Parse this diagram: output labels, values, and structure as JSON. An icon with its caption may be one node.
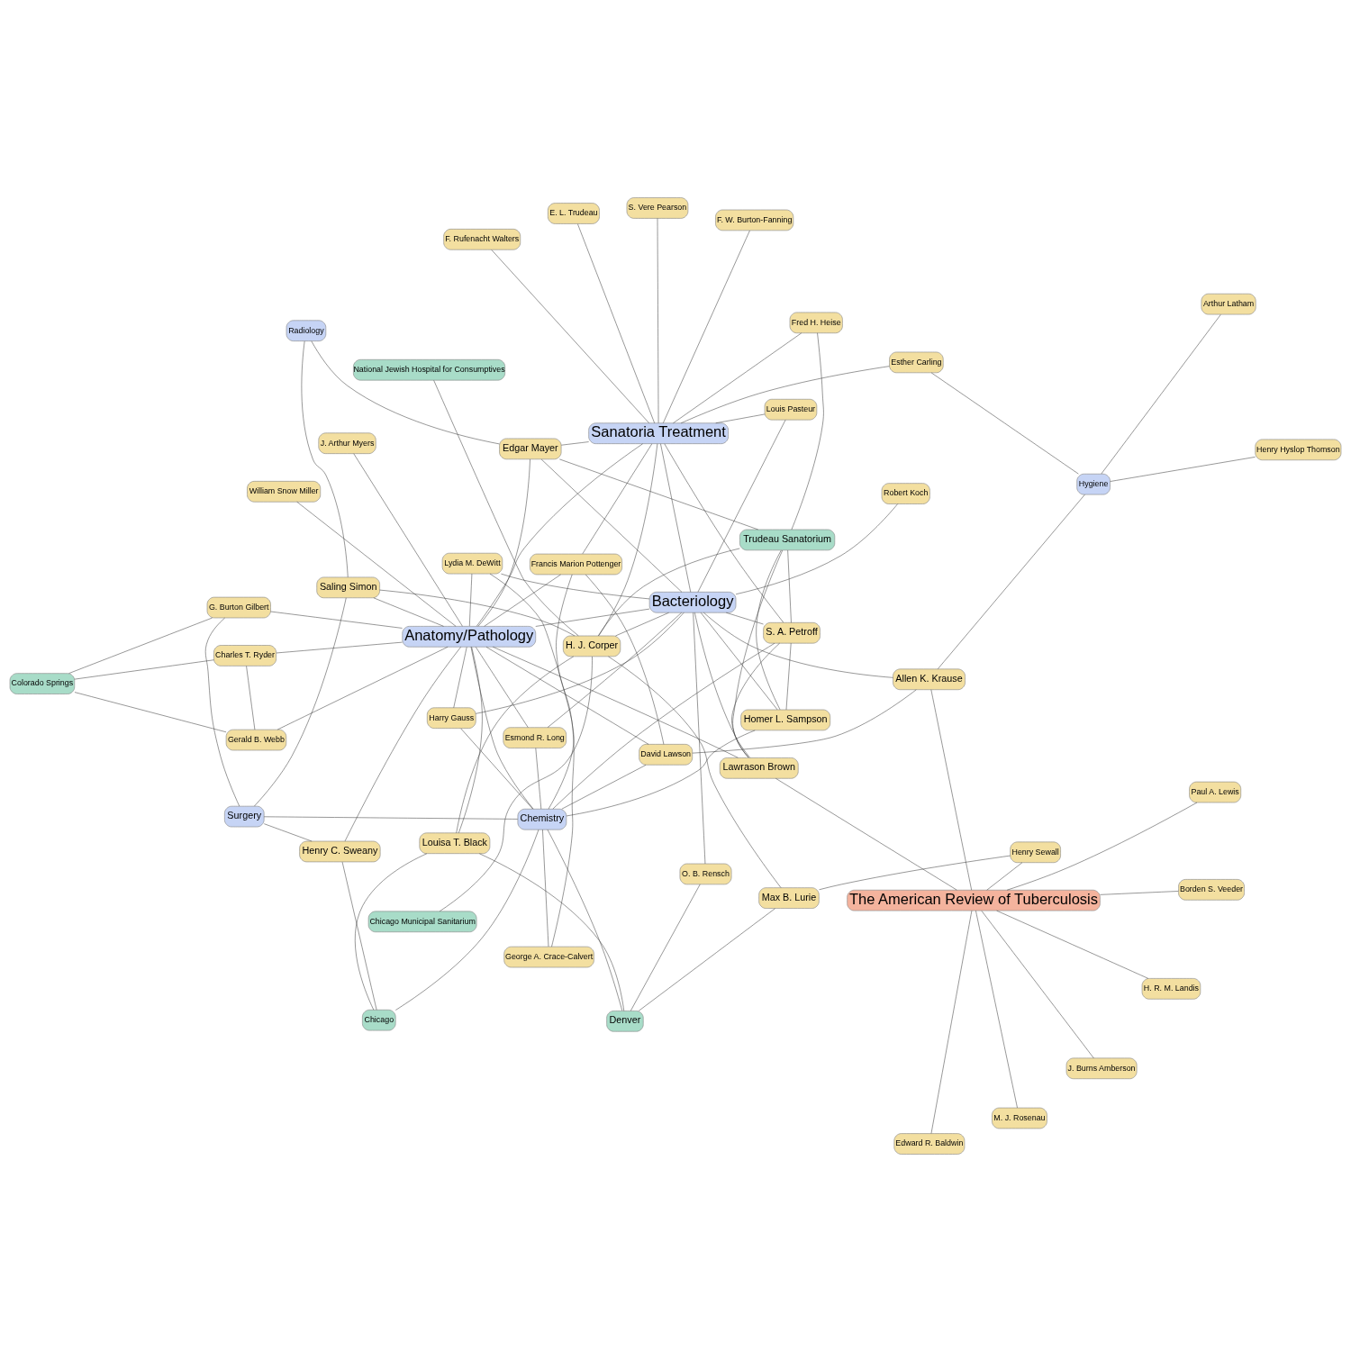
{
  "diagram": {
    "nodes": [
      {
        "text": [
          "Colorado Springs"
        ]
      },
      {
        "text": [
          "Gerald B. Webb"
        ]
      },
      {
        "text": [
          "Charles T. Ryder"
        ]
      },
      {
        "text": [
          "G. Burton Gilbert"
        ]
      },
      {
        "text": [
          "Surgery"
        ]
      },
      {
        "text": [
          "J. Arthur Myers"
        ]
      },
      {
        "text": [
          "William Snow Miller"
        ]
      },
      {
        "text": [
          "Henry Sewall"
        ]
      },
      {
        "text": [
          "M. J. Rosenau"
        ]
      },
      {
        "text": [
          "H. R. M. Landis"
        ]
      },
      {
        "text": [
          "J. Burns Amberson"
        ]
      },
      {
        "text": [
          "Edward R. Baldwin"
        ]
      },
      {
        "text": [
          "The American Review of Tuberculosis"
        ]
      },
      {
        "text": [
          "Borden S. Veeder"
        ]
      },
      {
        "text": [
          "Paul A. Lewis"
        ]
      },
      {
        "text": [
          "Henry C. Sweany"
        ]
      },
      {
        "text": [
          "Max B. Lurie"
        ]
      },
      {
        "text": [
          "Anatomy/Pathology"
        ]
      },
      {
        "text": [
          "Saling Simon"
        ]
      },
      {
        "text": [
          "David Lawson"
        ]
      },
      {
        "text": [
          "Esmond R. Long"
        ]
      },
      {
        "text": [
          "Chicago"
        ]
      },
      {
        "text": [
          "Denver"
        ]
      },
      {
        "text": [
          "Lydia M. DeWitt"
        ]
      },
      {
        "text": [
          "Harry Gauss"
        ]
      },
      {
        "text": [
          "Chemistry"
        ]
      },
      {
        "text": [
          "George A. Crace-Calvert"
        ]
      },
      {
        "text": [
          "Allen K. Krause"
        ]
      },
      {
        "text": [
          "Lawrason Brown"
        ]
      },
      {
        "text": [
          "Louisa T. Black"
        ]
      },
      {
        "text": [
          "O. B. Rensch"
        ]
      },
      {
        "text": [
          "Bacteriology"
        ]
      },
      {
        "text": [
          "Francis Marion Pottenger"
        ]
      },
      {
        "text": [
          "H. J. Corper"
        ]
      },
      {
        "text": [
          "Homer L. Sampson"
        ]
      },
      {
        "text": [
          "Chicago Municipal Sanitarium"
        ]
      },
      {
        "text": [
          "Robert Koch"
        ]
      },
      {
        "text": [
          "S. A. Petroff"
        ]
      },
      {
        "text": [
          "Radiology"
        ]
      },
      {
        "text": [
          "Edgar Mayer"
        ]
      },
      {
        "text": [
          "National Jewish Hospital for Consumptives"
        ]
      },
      {
        "text": [
          "Fred H. Heise"
        ]
      },
      {
        "text": [
          "Trudeau Sanatorium"
        ]
      },
      {
        "text": [
          "Hygiene"
        ]
      },
      {
        "text": [
          "Arthur Latham"
        ]
      },
      {
        "text": [
          "Henry Hyslop Thomson"
        ]
      },
      {
        "text": [
          "Louis Pasteur"
        ]
      },
      {
        "text": [
          "Sanatoria Treatment"
        ]
      },
      {
        "text": [
          "Esther Carling"
        ]
      },
      {
        "text": [
          "F. W. Burton-Fanning"
        ]
      },
      {
        "text": [
          "F. Rufenacht Walters"
        ]
      },
      {
        "text": [
          "S. Vere Pearson"
        ]
      },
      {
        "text": [
          "E. L. Trudeau"
        ]
      }
    ],
    "edges": [
      {
        "from": 0,
        "to": 3,
        "arrow": "none"
      },
      {
        "from": 0,
        "to": 2,
        "arrow": "none"
      },
      {
        "from": 0,
        "to": 1,
        "arrow": "none"
      },
      {
        "from": 1,
        "to": 2,
        "arrow": "none"
      },
      {
        "from": 2,
        "to": 17,
        "arrow": "none"
      },
      {
        "from": 1,
        "to": 17,
        "arrow": "none"
      },
      {
        "from": 3,
        "to": 4,
        "arrow": "none"
      },
      {
        "from": 3,
        "to": 17,
        "arrow": "none"
      },
      {
        "from": 5,
        "to": 17,
        "arrow": "none"
      },
      {
        "from": 6,
        "to": 17,
        "arrow": "none"
      },
      {
        "from": 4,
        "to": 15,
        "arrow": "none"
      },
      {
        "from": 4,
        "to": 18,
        "arrow": "none"
      },
      {
        "from": 4,
        "to": 25,
        "arrow": "none"
      },
      {
        "from": 15,
        "to": 17,
        "arrow": "none"
      },
      {
        "from": 15,
        "to": 21,
        "arrow": "none"
      },
      {
        "from": 7,
        "to": 16,
        "arrow": "none"
      },
      {
        "from": 7,
        "to": 12,
        "arrow": "none"
      },
      {
        "from": 12,
        "to": 8,
        "arrow": "none"
      },
      {
        "from": 12,
        "to": 9,
        "arrow": "none"
      },
      {
        "from": 12,
        "to": 10,
        "arrow": "none"
      },
      {
        "from": 12,
        "to": 11,
        "arrow": "none"
      },
      {
        "from": 12,
        "to": 13,
        "arrow": "none"
      },
      {
        "from": 12,
        "to": 14,
        "arrow": "none"
      },
      {
        "from": 12,
        "to": 28,
        "arrow": "none"
      },
      {
        "from": 12,
        "to": 27,
        "arrow": "none"
      },
      {
        "from": 18,
        "to": 17,
        "arrow": "none"
      },
      {
        "from": 18,
        "to": 33,
        "arrow": "none"
      },
      {
        "from": 18,
        "to": 38,
        "arrow": "none"
      },
      {
        "from": 16,
        "to": 22,
        "arrow": "none"
      },
      {
        "from": 16,
        "to": 33,
        "arrow": "none"
      },
      {
        "from": 29,
        "to": 17,
        "arrow": "none"
      },
      {
        "from": 21,
        "to": 29,
        "arrow": "none"
      },
      {
        "from": 21,
        "to": 25,
        "arrow": "none"
      },
      {
        "from": 22,
        "to": 29,
        "arrow": "none"
      },
      {
        "from": 22,
        "to": 30,
        "arrow": "none"
      },
      {
        "from": 22,
        "to": 25,
        "arrow": "none"
      },
      {
        "from": 29,
        "to": 33,
        "arrow": "none"
      },
      {
        "from": 23,
        "to": 17,
        "arrow": "none"
      },
      {
        "from": 23,
        "to": 25,
        "arrow": "none"
      },
      {
        "from": 23,
        "to": 31,
        "arrow": "none"
      },
      {
        "from": 24,
        "to": 17,
        "arrow": "none"
      },
      {
        "from": 24,
        "to": 25,
        "arrow": "none"
      },
      {
        "from": 24,
        "to": 31,
        "arrow": "none"
      },
      {
        "from": 17,
        "to": 25,
        "arrow": "none"
      },
      {
        "from": 17,
        "to": 31,
        "arrow": "none"
      },
      {
        "from": 17,
        "to": 39,
        "arrow": "none"
      },
      {
        "from": 17,
        "to": 28,
        "arrow": "none"
      },
      {
        "from": 17,
        "to": 19,
        "arrow": "none"
      },
      {
        "from": 17,
        "to": 20,
        "arrow": "none"
      },
      {
        "from": 17,
        "to": 32,
        "arrow": "none"
      },
      {
        "from": 17,
        "to": 47,
        "arrow": "none"
      },
      {
        "from": 20,
        "to": 25,
        "arrow": "none"
      },
      {
        "from": 20,
        "to": 31,
        "arrow": "none"
      },
      {
        "from": 19,
        "to": 25,
        "arrow": "none"
      },
      {
        "from": 19,
        "to": 32,
        "arrow": "none"
      },
      {
        "from": 19,
        "to": 27,
        "arrow": "none"
      },
      {
        "from": 25,
        "to": 26,
        "arrow": "none"
      },
      {
        "from": 26,
        "to": 32,
        "arrow": "none"
      },
      {
        "from": 25,
        "to": 34,
        "arrow": "none"
      },
      {
        "from": 25,
        "to": 37,
        "arrow": "none"
      },
      {
        "from": 28,
        "to": 31,
        "arrow": "none"
      },
      {
        "from": 28,
        "to": 42,
        "arrow": "none"
      },
      {
        "from": 28,
        "to": 37,
        "arrow": "none"
      },
      {
        "from": 27,
        "to": 31,
        "arrow": "none"
      },
      {
        "from": 27,
        "to": 43,
        "arrow": "none"
      },
      {
        "from": 31,
        "to": 30,
        "arrow": "none"
      },
      {
        "from": 31,
        "to": 33,
        "arrow": "none"
      },
      {
        "from": 31,
        "to": 34,
        "arrow": "none"
      },
      {
        "from": 31,
        "to": 37,
        "arrow": "none"
      },
      {
        "from": 31,
        "to": 36,
        "arrow": "none"
      },
      {
        "from": 31,
        "to": 39,
        "arrow": "none"
      },
      {
        "from": 31,
        "to": 46,
        "arrow": "none"
      },
      {
        "from": 31,
        "to": 47,
        "arrow": "none"
      },
      {
        "from": 32,
        "to": 47,
        "arrow": "none"
      },
      {
        "from": 34,
        "to": 42,
        "arrow": "none"
      },
      {
        "from": 34,
        "to": 37,
        "arrow": "none"
      },
      {
        "from": 37,
        "to": 42,
        "arrow": "none"
      },
      {
        "from": 37,
        "to": 47,
        "arrow": "none"
      },
      {
        "from": 41,
        "to": 42,
        "arrow": "none"
      },
      {
        "from": 41,
        "to": 47,
        "arrow": "none"
      },
      {
        "from": 39,
        "to": 38,
        "arrow": "none"
      },
      {
        "from": 39,
        "to": 42,
        "arrow": "none"
      },
      {
        "from": 39,
        "to": 47,
        "arrow": "none"
      },
      {
        "from": 33,
        "to": 35,
        "arrow": "none"
      },
      {
        "from": 33,
        "to": 40,
        "arrow": "none"
      },
      {
        "from": 33,
        "to": 42,
        "arrow": "none"
      },
      {
        "from": 33,
        "to": 47,
        "arrow": "none"
      },
      {
        "from": 46,
        "to": 47,
        "arrow": "none"
      },
      {
        "from": 47,
        "to": 48,
        "arrow": "none"
      },
      {
        "from": 47,
        "to": 49,
        "arrow": "none"
      },
      {
        "from": 47,
        "to": 50,
        "arrow": "none"
      },
      {
        "from": 47,
        "to": 51,
        "arrow": "none"
      },
      {
        "from": 47,
        "to": 52,
        "arrow": "none"
      },
      {
        "from": 48,
        "to": 43,
        "arrow": "none"
      },
      {
        "from": 43,
        "to": 44,
        "arrow": "none"
      },
      {
        "from": 43,
        "to": 45,
        "arrow": "none"
      }
    ]
  }
}
